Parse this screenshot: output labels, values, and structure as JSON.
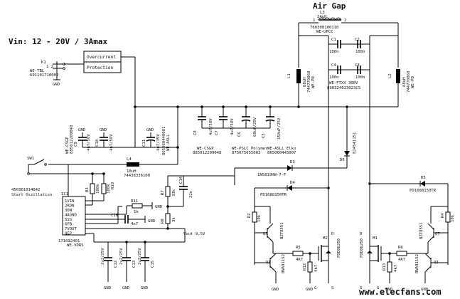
{
  "title_vin": "Vin: 12 - 20V / 3Amax",
  "air_gap": "Air Gap",
  "blocks": {
    "overcurrent": "Overcurrent",
    "protection": "Protection"
  },
  "k1": {
    "ref": "K1",
    "pins": "1 2",
    "series": "WE-TBL",
    "part": "691101710002"
  },
  "l3": {
    "ref": "L3",
    "value": "24uH",
    "part": "760308100110",
    "series": "WE-UPCC",
    "pin1": "1",
    "pin2": "2"
  },
  "l1": {
    "ref": "L1",
    "value": "68uH",
    "part": "744770068",
    "series": "WE-PD"
  },
  "l2": {
    "ref": "L2",
    "value": "68uH",
    "part": "744770068",
    "series": "WE-PD"
  },
  "c1": {
    "ref": "C1",
    "value": "100n"
  },
  "c2": {
    "ref": "C2",
    "value": "100n"
  },
  "c3": {
    "ref": "C3",
    "value": "100n"
  },
  "c4": {
    "ref": "C4",
    "value": "100n"
  },
  "cx_note": {
    "series": "WE-FTXX 300V",
    "part": "890324023023CS"
  },
  "c8": {
    "ref": "C8",
    "value": "4u7/50V"
  },
  "c7": {
    "ref": "C7",
    "value": "4u7/50V"
  },
  "c6": {
    "ref": "C6",
    "value": "68uF/25V"
  },
  "c5": {
    "ref": "C5",
    "value": "150uF/25V"
  },
  "bulk_notes": {
    "csgp": "WE-CSGP",
    "csgp_part": "885012209048",
    "pslc": "WE-PSLC Polymer",
    "pslc_part": "875075655003",
    "asll": "WE-ASLL Elko",
    "asll_part": "865060445007"
  },
  "c9": {
    "ref": "C9",
    "value": "4u7/50V",
    "series": "WE-CSGP",
    "part": "885012209048"
  },
  "c10": {
    "ref": "C10",
    "value": "4u7/50V"
  },
  "c11": {
    "ref": "C11",
    "value": "4u7/35V",
    "part": "865060440001",
    "series": "WE-ASLL"
  },
  "l4": {
    "ref": "L4",
    "value": "10uH",
    "part": "74438336100"
  },
  "sw1": {
    "ref": "SW1",
    "part": "450301014042",
    "label": "Start Oszillation"
  },
  "ic1": {
    "ref": "IC1",
    "pins": [
      "1VIN",
      "2RDN",
      "3DN",
      "4AGND",
      "5SS",
      "6FB",
      "7VOUT",
      "8EP"
    ],
    "part": "171032401",
    "series": "WE-VDRS"
  },
  "r3": {
    "ref": "R3",
    "value": "100k"
  },
  "r10": {
    "ref": "R10",
    "value": "100k"
  },
  "r11": {
    "ref": "R11",
    "value": "1k"
  },
  "c16": {
    "ref": "C16",
    "value": "4n7"
  },
  "r7": {
    "ref": "R7",
    "value": "33k"
  },
  "c14": {
    "ref": "C14",
    "value": "22n"
  },
  "r8": {
    "ref": "R8",
    "value": "3k"
  },
  "vout_label": "Vout 9,5V",
  "c12": {
    "ref": "C12",
    "value": "2u2/25V"
  },
  "c13": {
    "ref": "C13",
    "value": "2u2/25V"
  },
  "c15": {
    "ref": "C15",
    "value": "2u2/25V"
  },
  "d3": {
    "ref": "D3",
    "part": "1N5819HW-7-F"
  },
  "d4": {
    "ref": "D4",
    "part": "PD1688150TR"
  },
  "d5": {
    "ref": "D5",
    "part": "PD1688150TR"
  },
  "d6": {
    "ref": "D6",
    "part": "824541151"
  },
  "r2": {
    "ref": "R2",
    "value": "10k"
  },
  "r4": {
    "ref": "R4",
    "value": "10k"
  },
  "q5": {
    "ref": "Q5",
    "part": "BZT8551"
  },
  "q7": {
    "ref": "Q7",
    "part": "BZT8551"
  },
  "q1": {
    "ref": "Q1",
    "part": "BNA911S2"
  },
  "q3": {
    "ref": "Q3",
    "part": "BNA911S2"
  },
  "r5": {
    "ref": "R5",
    "value": "4R7"
  },
  "r6": {
    "ref": "R6",
    "value": "4R7"
  },
  "r12": {
    "ref": "R12",
    "value": "4k7"
  },
  "r13": {
    "ref": "R13",
    "value": "4k7"
  },
  "m2": {
    "ref": "M2",
    "part": "FDD86250"
  },
  "m1": {
    "ref": "M1",
    "part": "FDD86250"
  },
  "gnd": "GND",
  "pin_d": "D",
  "pin_g": "G",
  "pin_s": "S",
  "watermark": "www.elecfans.com"
}
